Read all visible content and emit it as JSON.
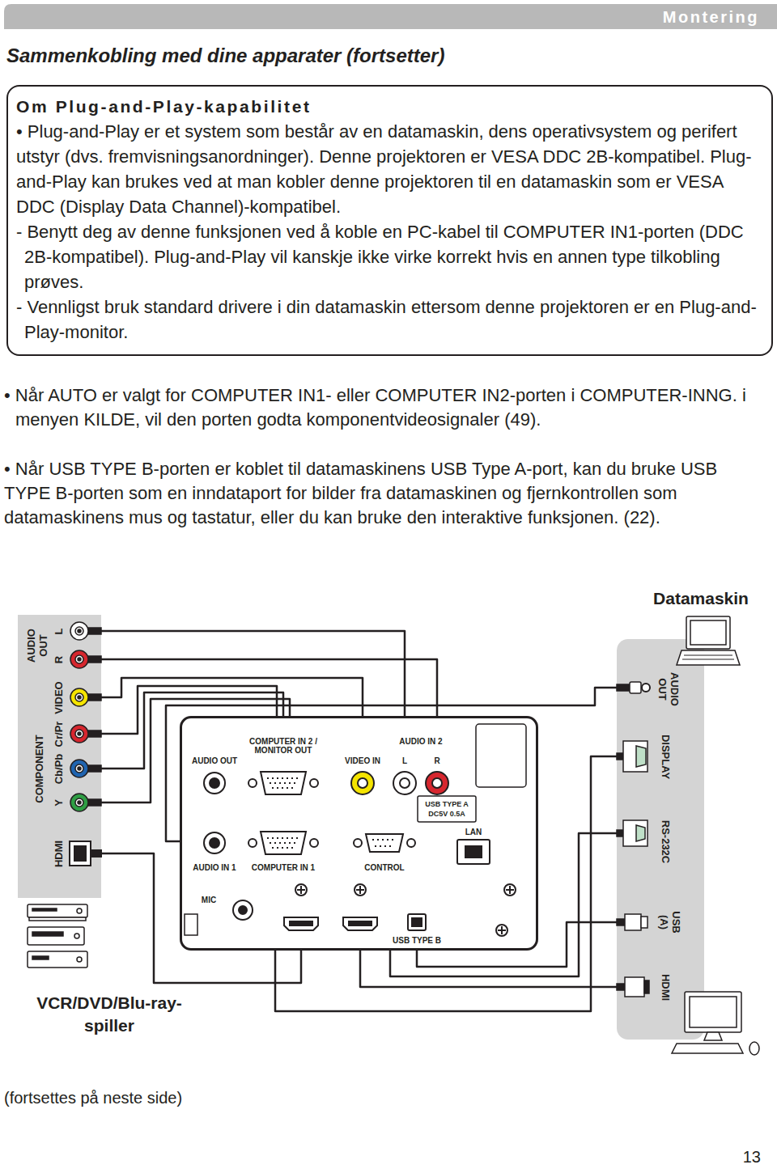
{
  "diagram": {
    "title": "Sammenkobling med dine apparater (fortsetter)",
    "nodes": [
      {
        "text": [
          "Om Plug-and-Play-kapabilitet",
          "• Plug-and-Play er et system som består av en datamaskin, dens operativsystem og perifert utstyr (dvs. fremvisningsanordninger). Denne projektoren er VESA DDC 2B-kompatibel. Plug-and-Play kan brukes ved at man kobler denne projektoren til en datamaskin som er VESA DDC (Display Data Channel)-kompatibel.",
          "- Benytt deg av denne funksjonen ved å koble en PC-kabel til COMPUTER IN1-porten (DDC 2B-kompatibel). Plug-and-Play vil kanskje ikke virke korrekt hvis en annen type tilkobling prøves.",
          "- Vennligst bruk standard drivere i din datamaskin ettersom denne projektoren er en Plug-and-Play-monitor."
        ]
      },
      {
        "text": [
          "AUDIO OUT",
          "L",
          "R",
          "VIDEO",
          "COMPONENT",
          "Cr/Pr",
          "Cb/Pb",
          "Y",
          "HDMI"
        ]
      },
      {
        "text": [
          "AUDIO OUT",
          "COMPUTER IN 2 / MONITOR OUT",
          "VIDEO IN",
          "AUDIO IN 2",
          "L",
          "R",
          "USB TYPE A",
          "DC5V 0.5A",
          "LAN",
          "AUDIO IN 1",
          "COMPUTER IN 1",
          "CONTROL",
          "MIC",
          "USB TYPE B"
        ]
      },
      {
        "text": [
          "AUDIO OUT",
          "DISPLAY",
          "RS-232C",
          "USB (A)",
          "HDMI"
        ]
      }
    ],
    "edges": [
      {
        "from": 1,
        "to": 2,
        "arrow": "none"
      },
      {
        "from": 1,
        "to": 2,
        "arrow": "none"
      },
      {
        "from": 1,
        "to": 2,
        "arrow": "none"
      },
      {
        "from": 1,
        "to": 2,
        "arrow": "none"
      },
      {
        "from": 1,
        "to": 2,
        "arrow": "none"
      },
      {
        "from": 1,
        "to": 2,
        "arrow": "none"
      },
      {
        "from": 1,
        "to": 2,
        "arrow": "none"
      },
      {
        "from": 3,
        "to": 2,
        "arrow": "none"
      },
      {
        "from": 3,
        "to": 2,
        "arrow": "none"
      },
      {
        "from": 3,
        "to": 2,
        "arrow": "none"
      },
      {
        "from": 3,
        "to": 2,
        "arrow": "none"
      },
      {
        "from": 3,
        "to": 2,
        "arrow": "none"
      }
    ],
    "labels": [
      "Montering",
      "• Når AUTO er valgt for COMPUTER IN1- eller COMPUTER IN2-porten i COMPUTER-INNG. i menyen KILDE, vil den porten godta komponentvideosignaler (49).",
      "• Når USB TYPE B-porten er koblet til datamaskinens USB Type A-port, kan du bruke USB TYPE B-porten som en inndataport for bilder fra datamaskinen og fjernkontrollen som datamaskinens mus og tastatur, eller du kan bruke den interaktive funksjonen. (22).",
      "Datamaskin",
      "VCR/DVD/Blu-ray-spiller",
      "(fortsettes på neste side)",
      "13"
    ]
  }
}
